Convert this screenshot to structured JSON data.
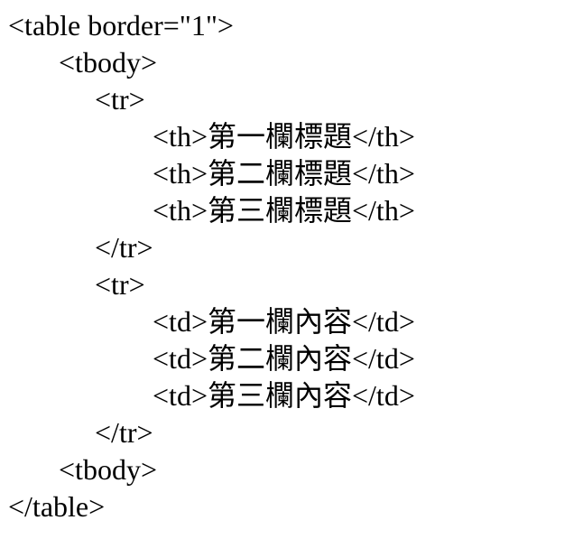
{
  "meta": {
    "content_kind": "html-source-code-snippet",
    "language": "HTML",
    "text_color": "#000000",
    "background_color": "#ffffff"
  },
  "code": {
    "lines": [
      "<table border=\"1\">",
      "       <tbody>",
      "            <tr>",
      "                    <th>第一欄標題</th>",
      "                    <th>第二欄標題</th>",
      "                    <th>第三欄標題</th>",
      "            </tr>",
      "            <tr>",
      "                    <td>第一欄內容</td>",
      "                    <td>第二欄內容</td>",
      "                    <td>第三欄內容</td>",
      "            </tr>",
      "       <tbody>",
      "</table>"
    ]
  }
}
